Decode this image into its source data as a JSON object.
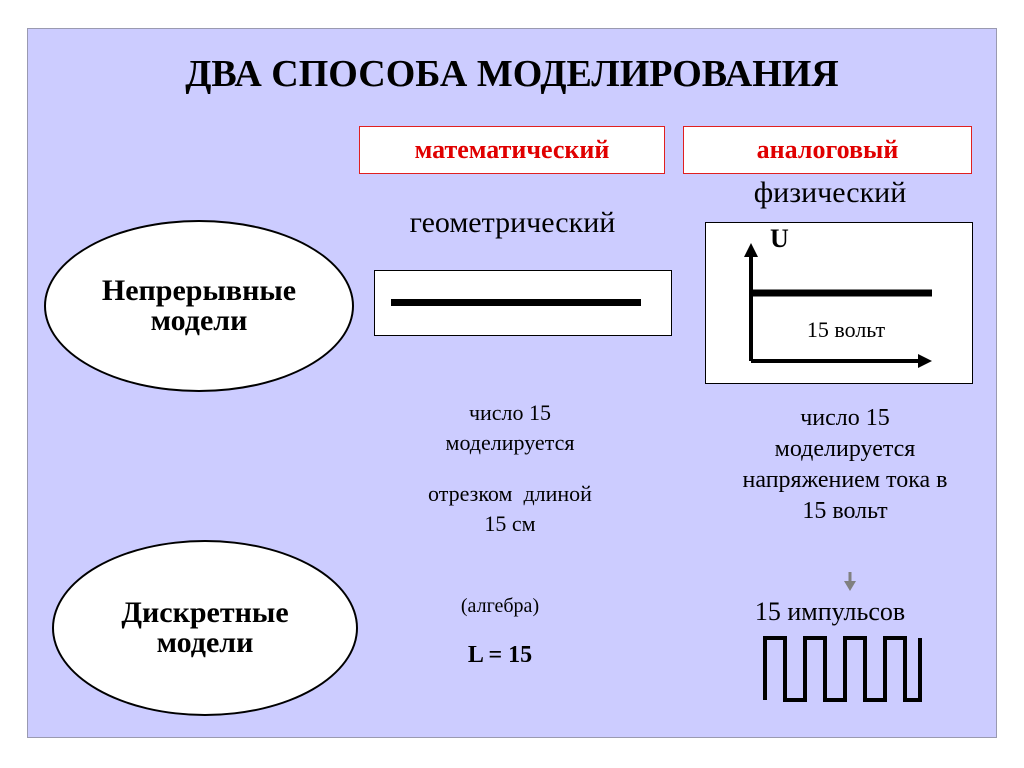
{
  "title": "ДВА СПОСОБА МОДЕЛИРОВАНИЯ",
  "headers": {
    "math": "математический",
    "analog": "аналоговый"
  },
  "subheaders": {
    "geometric": "геометрический",
    "physical": "физический"
  },
  "ellipses": {
    "continuous": {
      "line1": "Непрерывные",
      "line2": "модели"
    },
    "discrete": {
      "line1": "Дискретные",
      "line2": "модели"
    }
  },
  "voltage_graph": {
    "axis_label": "U",
    "value_label": "15 вольт"
  },
  "math_text": {
    "line1": "число 15",
    "line2": "моделируется",
    "line3": "отрезком  длиной",
    "line4": "15 см"
  },
  "analog_text": {
    "line1": "число 15",
    "line2": "моделируется",
    "line3": "напряжением тока в",
    "line4": "15 вольт"
  },
  "algebra": {
    "note": "(алгебра)",
    "formula": "L = 15"
  },
  "pulses": {
    "label": "15 импульсов"
  },
  "colors": {
    "slide_background": "#ccccff",
    "header_text": "#e00000",
    "header_border": "#e02020",
    "arrow_gray": "#808080"
  }
}
